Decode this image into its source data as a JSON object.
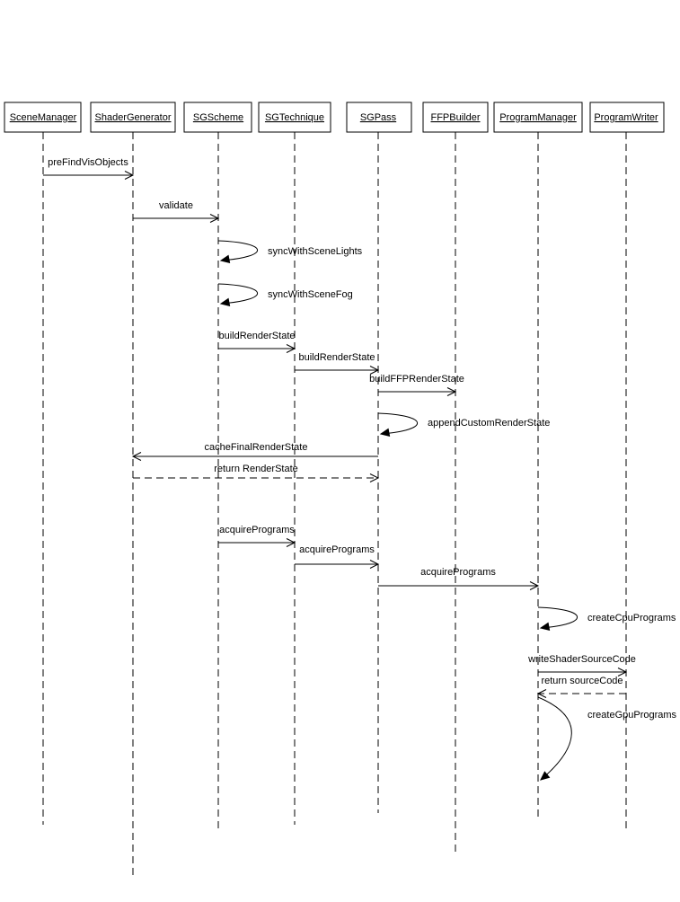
{
  "colors": {
    "line": "#000000",
    "box_fill": "#ffffff",
    "background": "#ffffff"
  },
  "objects": [
    {
      "id": "scene-manager",
      "label": "SceneManager"
    },
    {
      "id": "shader-generator",
      "label": "ShaderGenerator"
    },
    {
      "id": "sg-scheme",
      "label": "SGScheme"
    },
    {
      "id": "sg-technique",
      "label": "SGTechnique"
    },
    {
      "id": "sg-pass",
      "label": "SGPass"
    },
    {
      "id": "ffp-builder",
      "label": "FFPBuilder"
    },
    {
      "id": "program-manager",
      "label": "ProgramManager"
    },
    {
      "id": "program-writer",
      "label": "ProgramWriter"
    }
  ],
  "messages": [
    {
      "label": "preFindVisObjects",
      "from": "scene-manager",
      "to": "shader-generator",
      "style": "sync"
    },
    {
      "label": "validate",
      "from": "shader-generator",
      "to": "sg-scheme",
      "style": "sync"
    },
    {
      "label": "syncWithSceneLights",
      "from": "sg-scheme",
      "to": "sg-scheme",
      "style": "self"
    },
    {
      "label": "syncWithSceneFog",
      "from": "sg-scheme",
      "to": "sg-scheme",
      "style": "self"
    },
    {
      "label": "buildRenderState",
      "from": "sg-scheme",
      "to": "sg-technique",
      "style": "sync"
    },
    {
      "label": "buildRenderState",
      "from": "sg-technique",
      "to": "sg-pass",
      "style": "sync"
    },
    {
      "label": "buildFFPRenderState",
      "from": "sg-pass",
      "to": "ffp-builder",
      "style": "sync"
    },
    {
      "label": "appendCustomRenderState",
      "from": "sg-pass",
      "to": "sg-pass",
      "style": "self"
    },
    {
      "label": "cacheFinalRenderState",
      "from": "sg-pass",
      "to": "shader-generator",
      "style": "sync"
    },
    {
      "label": "return RenderState",
      "from": "shader-generator",
      "to": "sg-pass",
      "style": "return"
    },
    {
      "label": "acquirePrograms",
      "from": "sg-scheme",
      "to": "sg-technique",
      "style": "sync"
    },
    {
      "label": "acquirePrograms",
      "from": "sg-technique",
      "to": "sg-pass",
      "style": "sync"
    },
    {
      "label": "acquirePrograms",
      "from": "sg-pass",
      "to": "program-manager",
      "style": "sync"
    },
    {
      "label": "createCpuPrograms",
      "from": "program-manager",
      "to": "program-manager",
      "style": "self"
    },
    {
      "label": "writeShaderSourceCode",
      "from": "program-manager",
      "to": "program-writer",
      "style": "sync"
    },
    {
      "label": "return sourceCode",
      "from": "program-writer",
      "to": "program-manager",
      "style": "return"
    },
    {
      "label": "createGpuPrograms",
      "from": "program-manager",
      "to": "program-manager",
      "style": "self-tall"
    }
  ]
}
